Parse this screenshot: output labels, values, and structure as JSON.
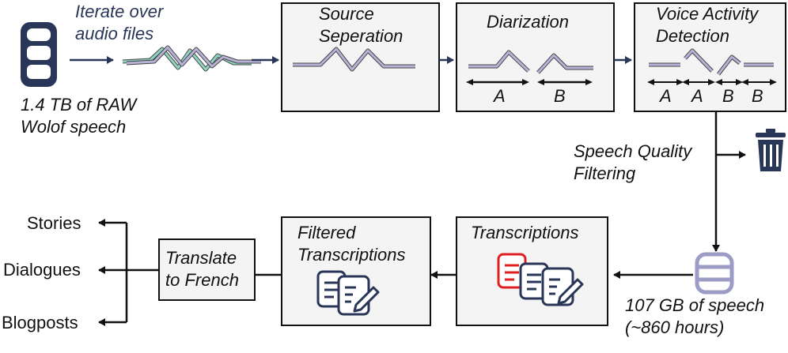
{
  "source": {
    "iterate_label_line1": "Iterate over",
    "iterate_label_line2": "audio files",
    "dataset_line1": "1.4 TB of RAW",
    "dataset_line2": "Wolof speech"
  },
  "steps": {
    "source_separation_line1": "Source",
    "source_separation_line2": "Seperation",
    "diarization": "Diarization",
    "vad_line1": "Voice Activity",
    "vad_line2": "Detection",
    "quality_line1": "Speech Quality",
    "quality_line2": "Filtering",
    "transcriptions": "Transcriptions",
    "filtered_line1": "Filtered",
    "filtered_line2": "Transcriptions",
    "translate_line1": "Translate",
    "translate_line2": "to French"
  },
  "speakers": {
    "diarization": [
      "A",
      "B"
    ],
    "vad": [
      "A",
      "A",
      "B",
      "B"
    ]
  },
  "result": {
    "size_line1": "107 GB of speech",
    "size_line2": "(~860 hours)"
  },
  "outputs": [
    "Stories",
    "Dialogues",
    "Blogposts"
  ],
  "icons": {
    "database": "database-icon",
    "trash": "trash-icon",
    "documents": "documents-icon"
  },
  "colors": {
    "navy": "#2a3658",
    "wave_lavender": "#b7b2d8",
    "wave_teal": "#8fd3c2",
    "doc_red": "#e02020",
    "db_lavender": "#9d9cc6"
  }
}
